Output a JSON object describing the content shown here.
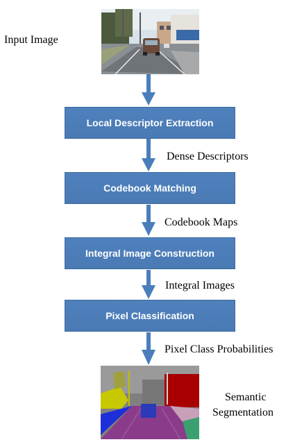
{
  "input_label": "Input Image",
  "steps": [
    "Local Descriptor Extraction",
    "Codebook Matching",
    "Integral Image Construction",
    "Pixel  Classification"
  ],
  "edge_labels": [
    "Dense  Descriptors",
    "Codebook Maps",
    "Integral  Images",
    "Pixel Class Probabilities"
  ],
  "output_label_line1": "Semantic",
  "output_label_line2": "Segmentation",
  "colors": {
    "box_fill": "#4f81bd",
    "box_border": "#3d6a9e",
    "arrow": "#4a7ebb",
    "box_text": "#ffffff"
  }
}
